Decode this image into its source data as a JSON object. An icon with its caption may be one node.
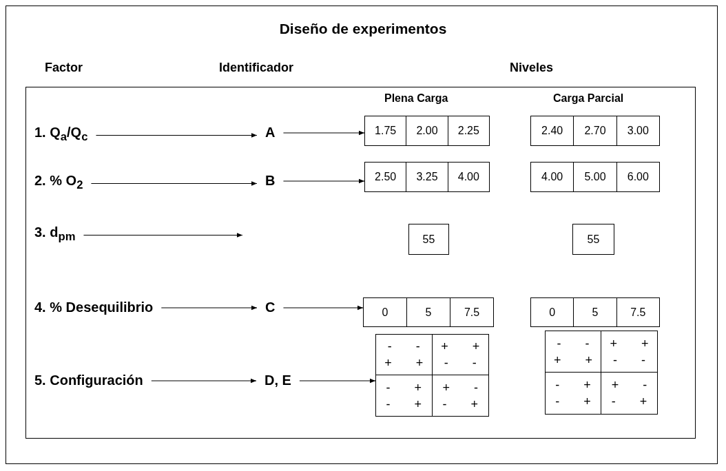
{
  "diagram": {
    "title": "Diseño de experimentos",
    "nodes": [
      {
        "text": [
          "1. Q$_{a}$/Q$_{c}$"
        ]
      },
      {
        "text": [
          "A"
        ]
      },
      {
        "text": [
          "1.75",
          "2.00",
          "2.25"
        ]
      },
      {
        "text": [
          "2.40",
          "2.70",
          "3.00"
        ]
      },
      {
        "text": [
          "2. % O$_{2}$"
        ]
      },
      {
        "text": [
          "B"
        ]
      },
      {
        "text": [
          "2.50",
          "3.25",
          "4.00"
        ]
      },
      {
        "text": [
          "4.00",
          "5.00",
          "6.00"
        ]
      },
      {
        "text": [
          "3. d$_{pm}$"
        ]
      },
      {
        "text": [
          "55"
        ]
      },
      {
        "text": [
          "55"
        ]
      },
      {
        "text": [
          "4. % Desequilibrio"
        ]
      },
      {
        "text": [
          "C"
        ]
      },
      {
        "text": [
          "0",
          "5",
          "7.5"
        ]
      },
      {
        "text": [
          "0",
          "5",
          "7.5"
        ]
      },
      {
        "text": [
          "5. Configuración"
        ]
      },
      {
        "text": [
          "D, E"
        ]
      },
      {
        "text": [
          "- - + +",
          "+ + - -",
          "- + - +",
          "+ - - +"
        ]
      },
      {
        "text": [
          "- - + +",
          "+ + - -",
          "- + - +",
          "+ - - +"
        ]
      }
    ],
    "edges": [
      {
        "from": 0,
        "to": 1,
        "arrow": "to"
      },
      {
        "from": 1,
        "to": 2,
        "arrow": "to"
      },
      {
        "from": 4,
        "to": 5,
        "arrow": "to"
      },
      {
        "from": 5,
        "to": 6,
        "arrow": "to"
      },
      {
        "from": 8,
        "to": null,
        "arrow": "to"
      },
      {
        "from": 11,
        "to": 12,
        "arrow": "to"
      },
      {
        "from": 12,
        "to": 13,
        "arrow": "to"
      },
      {
        "from": 15,
        "to": 16,
        "arrow": "to"
      },
      {
        "from": 16,
        "to": 17,
        "arrow": "to"
      }
    ],
    "labels": [
      "Factor",
      "Identificador",
      "Niveles",
      "Plena Carga",
      "Carga Parcial"
    ]
  }
}
